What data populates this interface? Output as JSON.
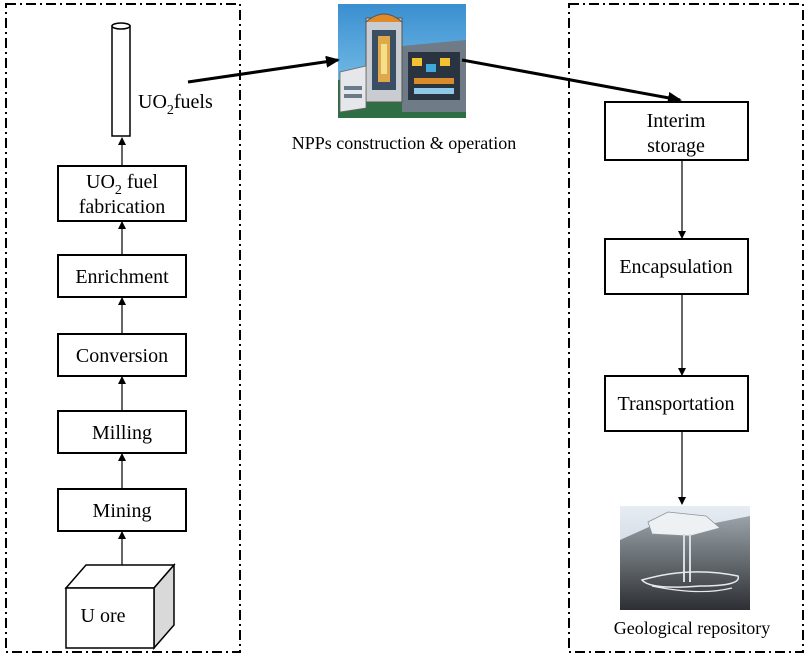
{
  "frontend": {
    "uo2_fuels_label": {
      "prefix": "UO",
      "subscript": "2",
      "suffix": "fuels"
    },
    "steps": [
      {
        "id": "uo2-fuel-fabrication",
        "line1": {
          "prefix": "UO",
          "subscript": "2",
          "suffix": " fuel"
        },
        "line2": "fabrication"
      },
      {
        "id": "enrichment",
        "label": "Enrichment"
      },
      {
        "id": "conversion",
        "label": "Conversion"
      },
      {
        "id": "milling",
        "label": "Milling"
      },
      {
        "id": "mining",
        "label": "Mining"
      }
    ],
    "u_ore_label": "U ore"
  },
  "center": {
    "npp_caption": "NPPs construction & operation",
    "npp_image_icon": "nuclear-power-plant-icon"
  },
  "backend": {
    "steps": [
      {
        "id": "interim-storage",
        "line1": "Interim",
        "line2": "storage"
      },
      {
        "id": "encapsulation",
        "label": "Encapsulation"
      },
      {
        "id": "transportation",
        "label": "Transportation"
      }
    ],
    "repository_caption": "Geological repository",
    "repository_image_icon": "geological-repository-icon"
  }
}
